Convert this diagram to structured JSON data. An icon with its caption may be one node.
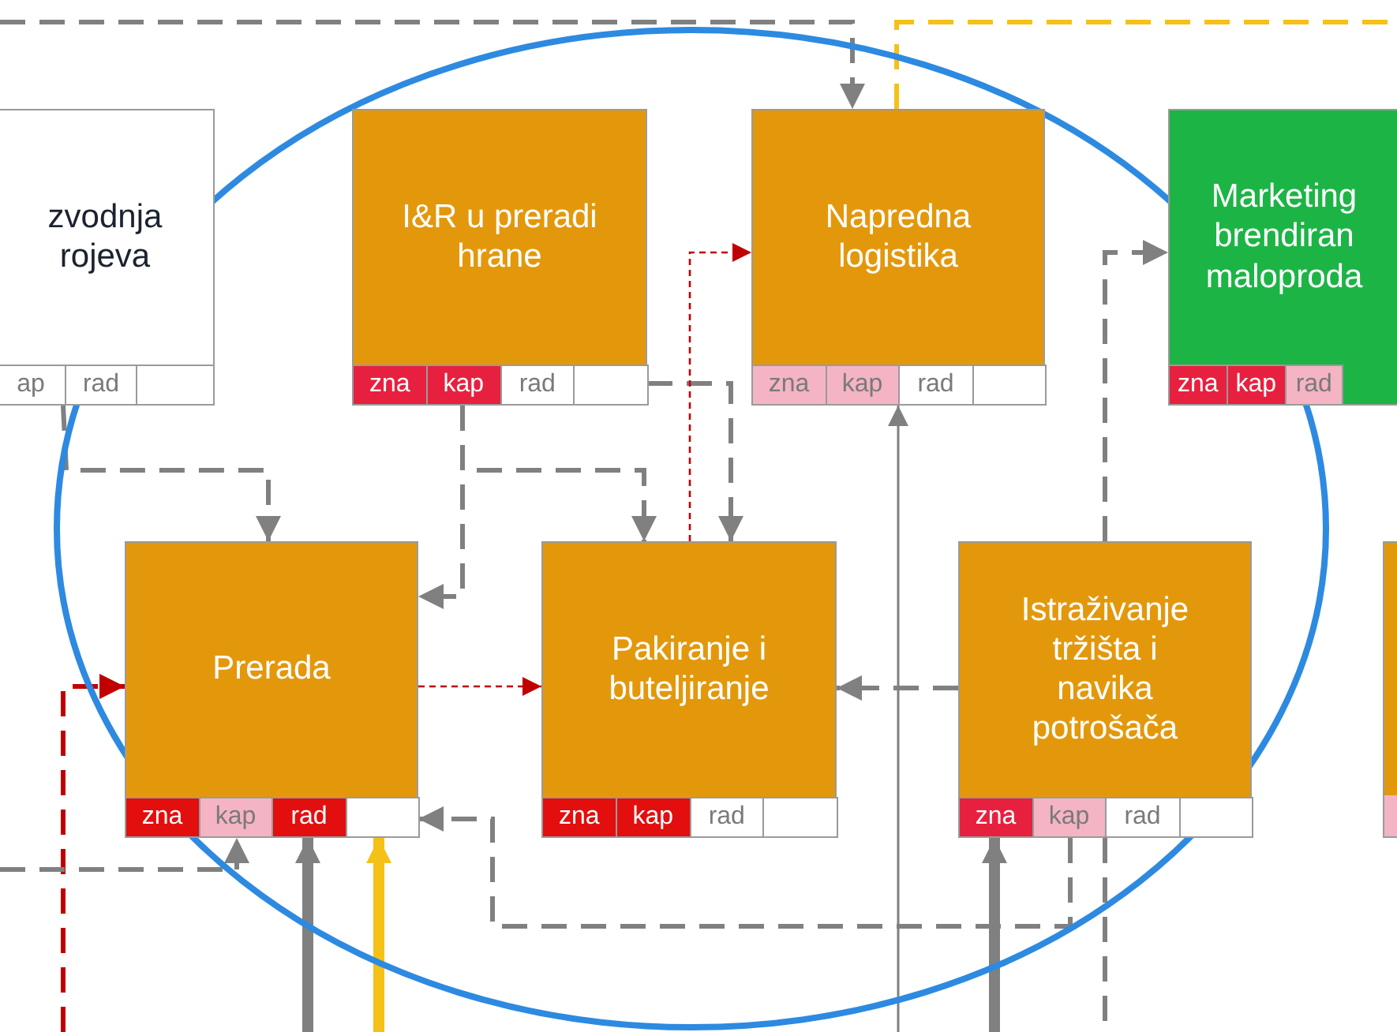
{
  "diagram": {
    "nodes": [
      {
        "text": [
          "zvodnja rojeva"
        ]
      },
      {
        "text": [
          "ap"
        ],
        "in": 0
      },
      {
        "text": [
          "rad"
        ],
        "in": 0
      },
      {
        "text": [],
        "shape": "box",
        "in": 0
      },
      {
        "text": [
          "I&R u preradi hrane"
        ]
      },
      {
        "text": [
          "zna"
        ],
        "in": 4
      },
      {
        "text": [
          "kap"
        ],
        "in": 4
      },
      {
        "text": [
          "rad"
        ],
        "in": 4
      },
      {
        "text": [],
        "shape": "box",
        "in": 4
      },
      {
        "text": [
          "Napredna logistika"
        ]
      },
      {
        "text": [
          "zna"
        ],
        "in": 9
      },
      {
        "text": [
          "kap"
        ],
        "in": 9
      },
      {
        "text": [
          "rad"
        ],
        "in": 9
      },
      {
        "text": [],
        "shape": "box",
        "in": 9
      },
      {
        "text": [
          "Marketing brendiran maloproda"
        ]
      },
      {
        "text": [
          "zna"
        ],
        "in": 14
      },
      {
        "text": [
          "kap"
        ],
        "in": 14
      },
      {
        "text": [
          "rad"
        ],
        "in": 14
      },
      {
        "text": [
          "Prerada"
        ]
      },
      {
        "text": [
          "zna"
        ],
        "in": 18
      },
      {
        "text": [
          "kap"
        ],
        "in": 18
      },
      {
        "text": [
          "rad"
        ],
        "in": 18
      },
      {
        "text": [],
        "shape": "box",
        "in": 18
      },
      {
        "text": [
          "Pakiranje i buteljiranje"
        ]
      },
      {
        "text": [
          "zna"
        ],
        "in": 23
      },
      {
        "text": [
          "kap"
        ],
        "in": 23
      },
      {
        "text": [
          "rad"
        ],
        "in": 23
      },
      {
        "text": [],
        "shape": "box",
        "in": 23
      },
      {
        "text": [
          "Istraživanje tržišta i navika potrošača"
        ]
      },
      {
        "text": [
          "zna"
        ],
        "in": 28
      },
      {
        "text": [
          "kap"
        ],
        "in": 28
      },
      {
        "text": [
          "rad"
        ],
        "in": 28
      },
      {
        "text": [],
        "shape": "box",
        "in": 28
      },
      {
        "text": [],
        "shape": "box"
      }
    ],
    "edges": [
      {
        "from": null,
        "to": 9,
        "arrow": "to",
        "style": "dashed"
      },
      {
        "from": 9,
        "to": null,
        "arrow": "none",
        "style": "dashed",
        "color": "#f5c118"
      },
      {
        "from": 0,
        "to": 18,
        "arrow": "to",
        "style": "dashed"
      },
      {
        "from": 4,
        "to": 23,
        "arrow": "to",
        "style": "dashed"
      },
      {
        "from": 4,
        "to": 18,
        "arrow": "to",
        "style": "dashed"
      },
      {
        "from": 4,
        "to": 23,
        "arrow": "to",
        "style": "dashed"
      },
      {
        "from": 23,
        "to": 9,
        "arrow": "to",
        "style": "dashed",
        "color": "#c00000"
      },
      {
        "from": 18,
        "to": 23,
        "arrow": "to",
        "style": "dashed",
        "color": "#c00000"
      },
      {
        "from": null,
        "to": 18,
        "arrow": "to",
        "style": "dashed",
        "color": "#c00000"
      },
      {
        "from": 28,
        "to": 23,
        "arrow": "to",
        "style": "dashed"
      },
      {
        "from": 28,
        "to": 18,
        "arrow": "to",
        "style": "dashed"
      },
      {
        "from": null,
        "to": 18,
        "arrow": "to",
        "style": "dashed"
      },
      {
        "from": null,
        "to": 18,
        "arrow": "to",
        "style": "thick"
      },
      {
        "from": null,
        "to": 18,
        "arrow": "to",
        "style": "thick",
        "color": "#f5c118"
      },
      {
        "from": null,
        "to": 9,
        "arrow": "to"
      },
      {
        "from": null,
        "to": 28,
        "arrow": "to",
        "style": "thick"
      },
      {
        "from": 28,
        "to": 14,
        "arrow": "to",
        "style": "dashed"
      },
      {
        "from": 28,
        "to": null,
        "arrow": "none",
        "style": "dashed"
      }
    ]
  }
}
